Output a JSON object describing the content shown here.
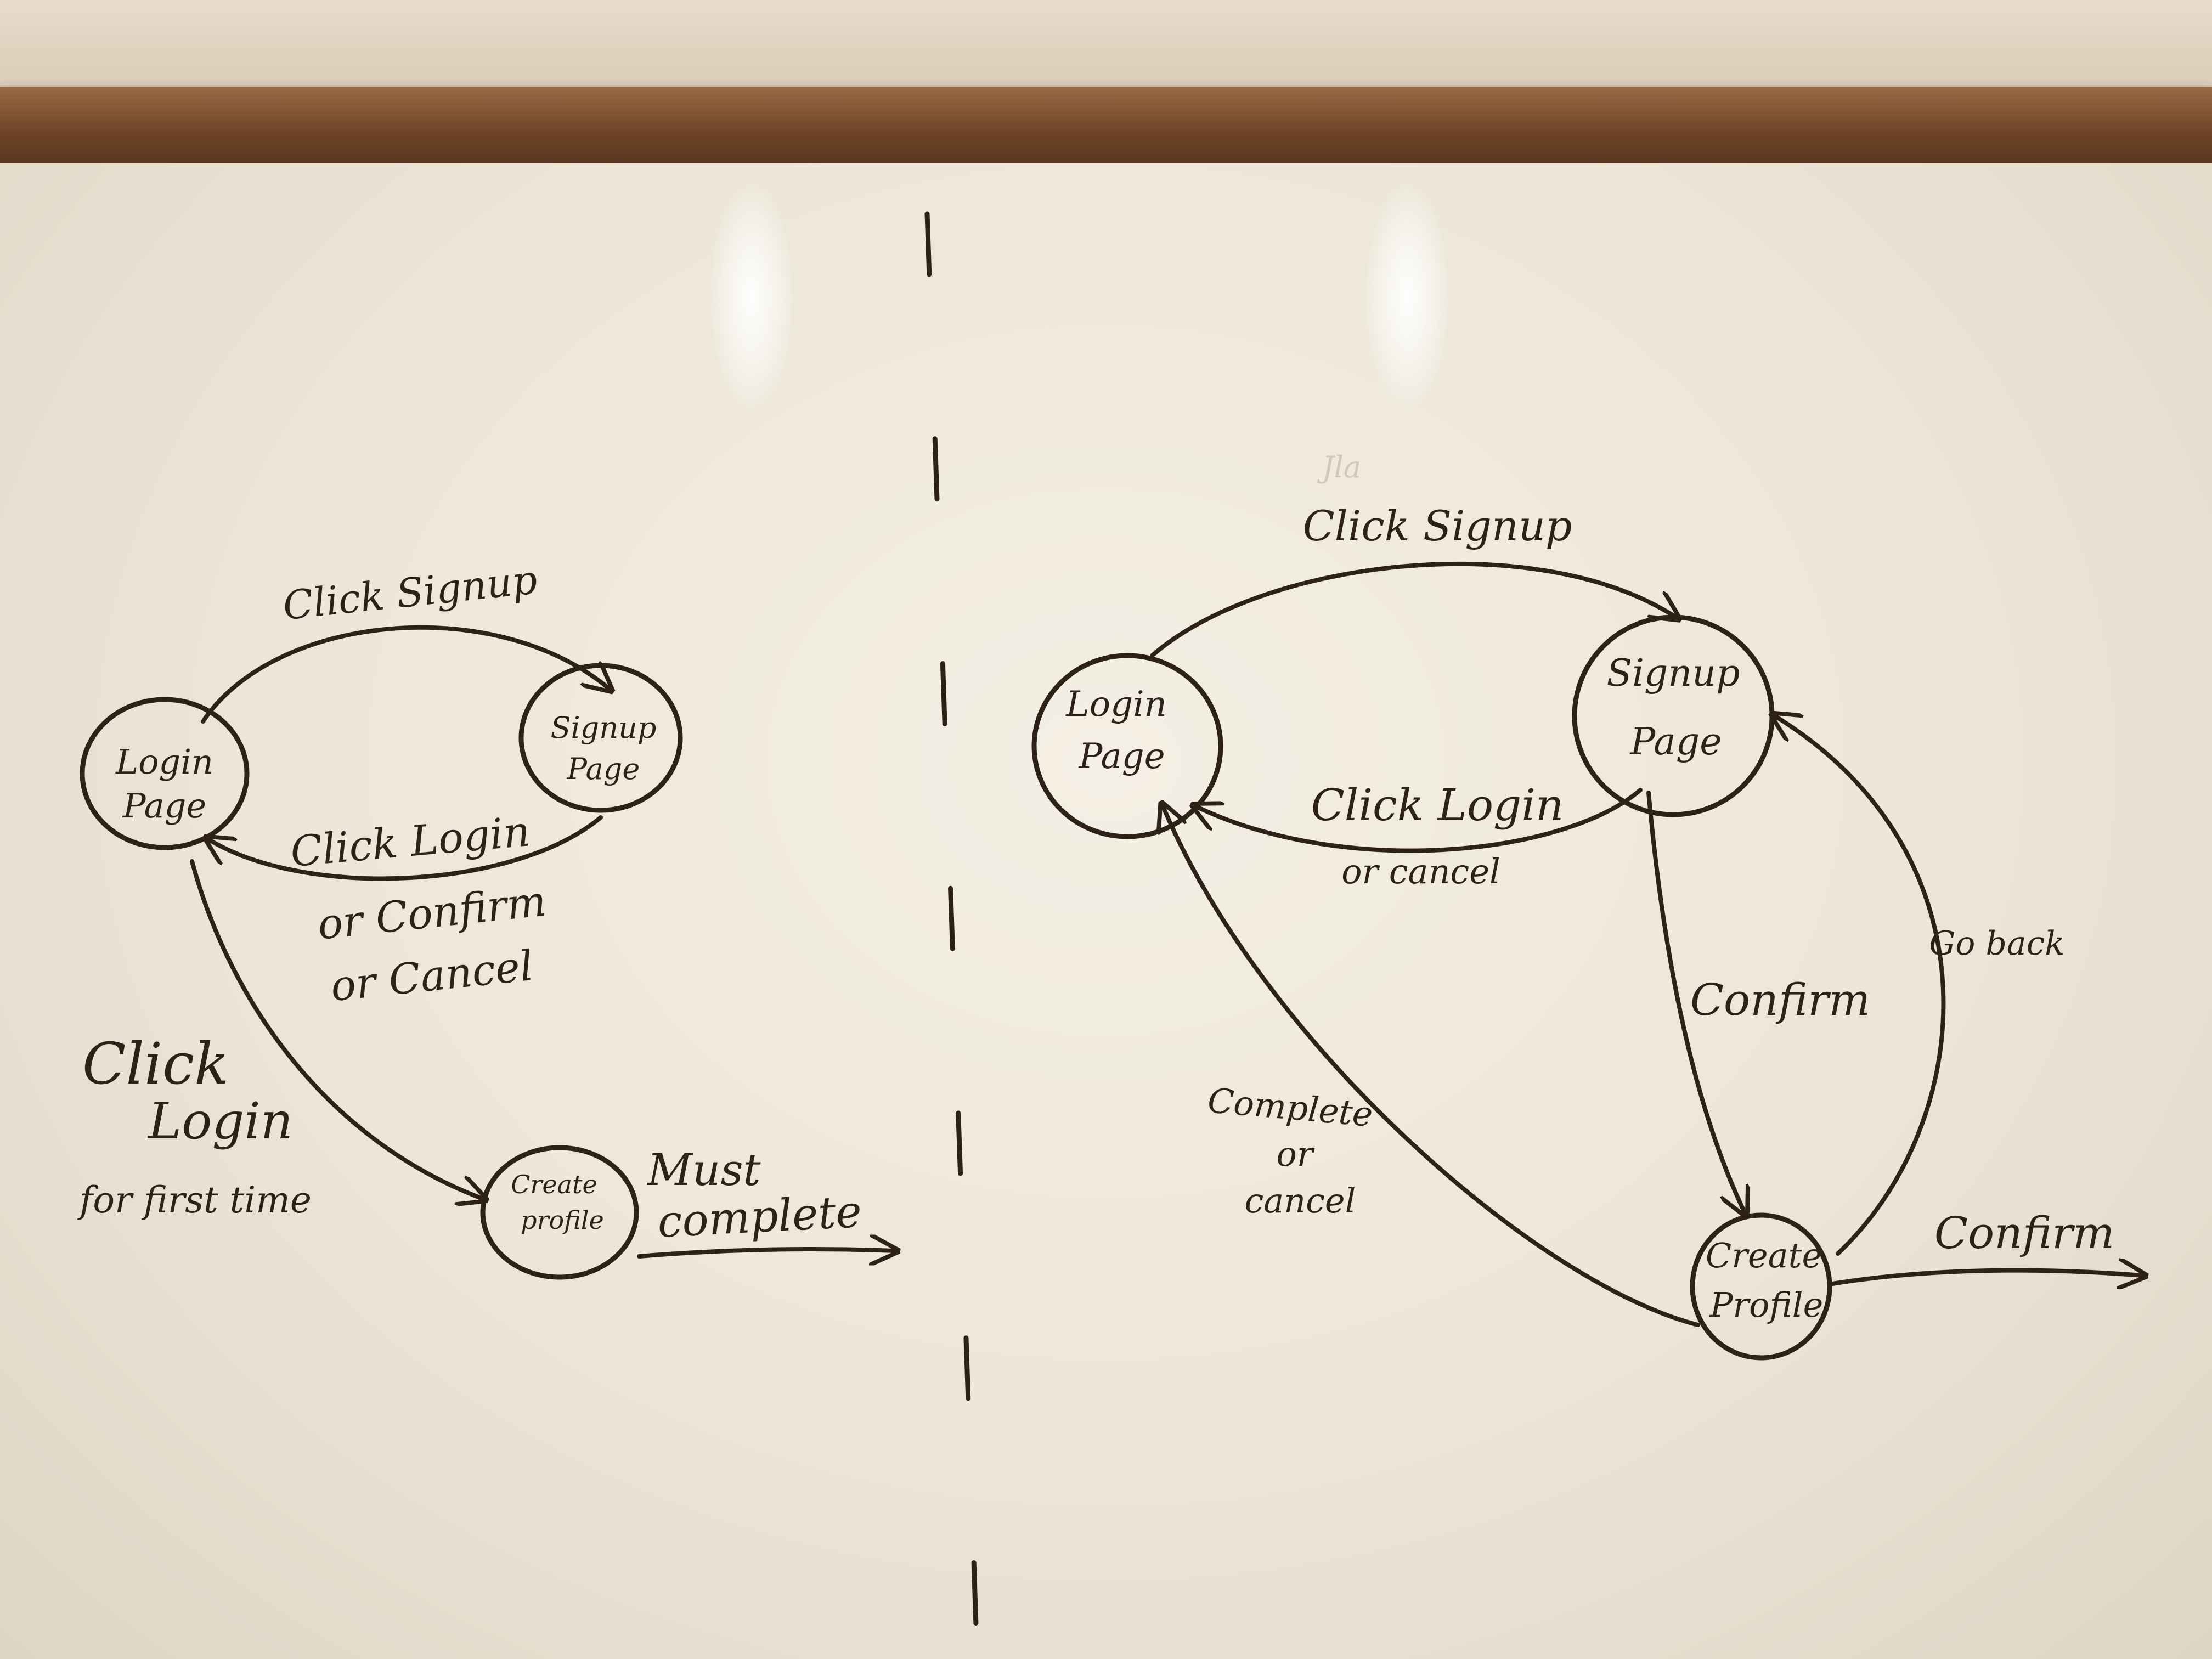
{
  "left_diagram": {
    "nodes": {
      "login": [
        "Login",
        "Page"
      ],
      "signup": [
        "Signup",
        "Page"
      ],
      "create_profile": [
        "Create",
        "profile"
      ]
    },
    "edges": {
      "click_signup": "Click Signup",
      "click_login_confirm_cancel": [
        "Click Login",
        "or Confirm",
        "or Cancel"
      ],
      "click_login_first_time": [
        "Click",
        "Login",
        "for first time"
      ],
      "must_complete": [
        "Must",
        "complete"
      ]
    }
  },
  "right_diagram": {
    "nodes": {
      "login": [
        "Login",
        "Page"
      ],
      "signup": [
        "Signup",
        "Page"
      ],
      "create_profile": [
        "Create",
        "Profile"
      ]
    },
    "edges": {
      "click_signup": "Click Signup",
      "click_login_cancel": [
        "Click Login",
        "or cancel"
      ],
      "confirm_to_create": "Confirm",
      "go_back": "Go back",
      "complete_or_cancel": [
        "Complete",
        "or",
        "cancel"
      ],
      "confirm_exit": "Confirm"
    }
  },
  "faint_scribble": "Jla"
}
